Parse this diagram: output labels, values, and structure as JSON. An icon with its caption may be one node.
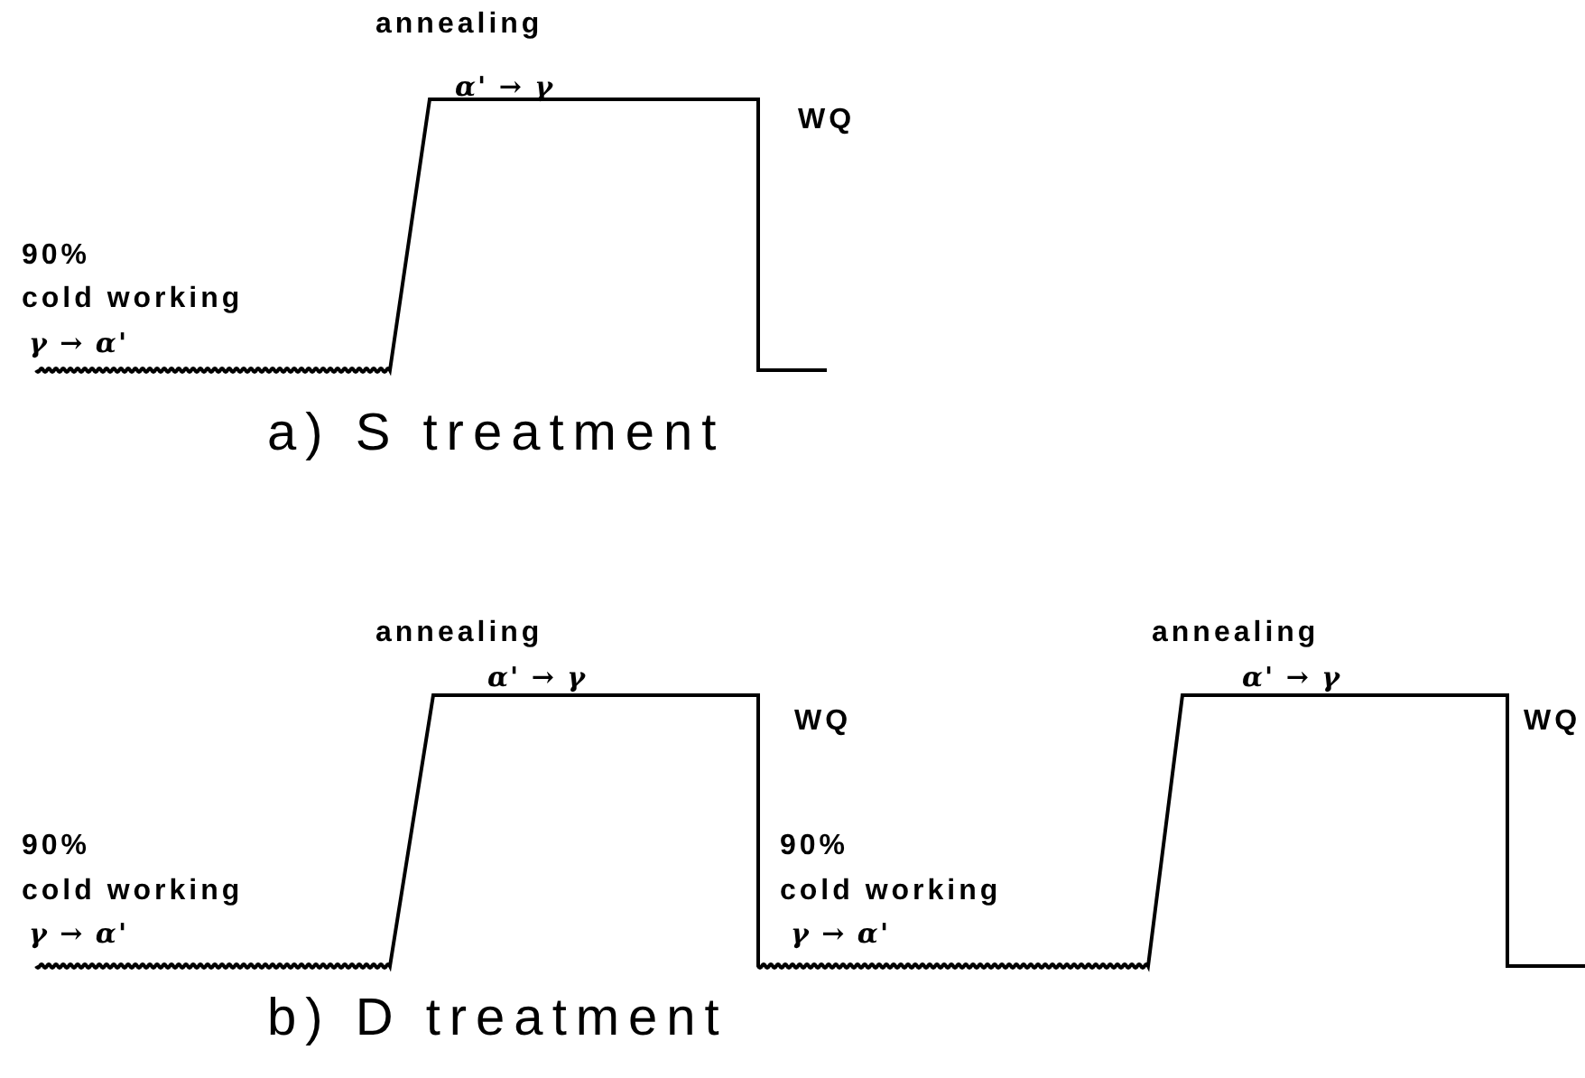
{
  "diagram": {
    "labels": [
      "annealing",
      "α' → γ",
      "WQ",
      "90%",
      "cold working",
      "γ → α'",
      "a) S treatment",
      "annealing",
      "α' → γ",
      "WQ",
      "90%",
      "cold working",
      "γ → α'",
      "annealing",
      "α' → γ",
      "WQ",
      "90%",
      "cold working",
      "γ → α'",
      "b) D treatment"
    ]
  }
}
